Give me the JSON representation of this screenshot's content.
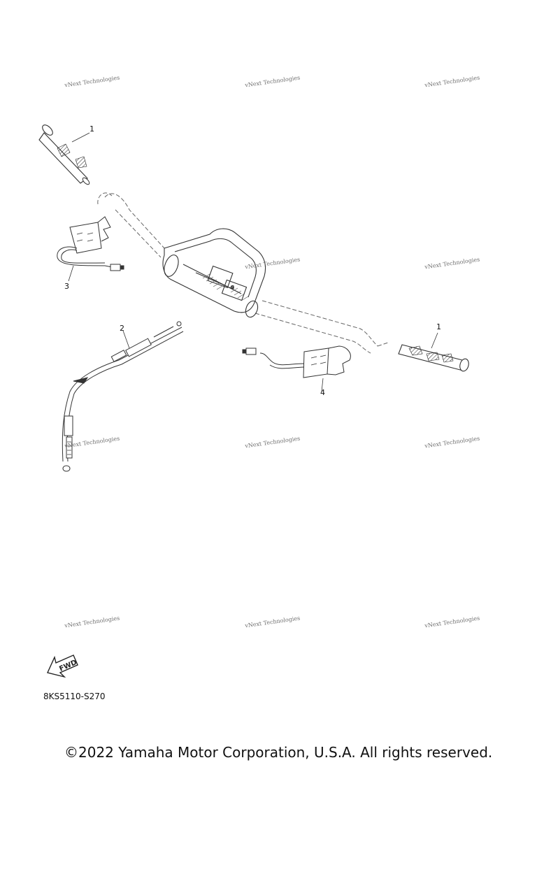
{
  "watermark": "vNext Technologies",
  "callouts": {
    "grip_left": "1",
    "grip_right": "1",
    "cable": "2",
    "heater_left": "3",
    "heater_right": "4"
  },
  "direction_label": "FWD",
  "part_code": "8KS5110-S270",
  "copyright": "©2022 Yamaha Motor Corporation, U.S.A. All rights reserved.",
  "line_color": "#333333"
}
